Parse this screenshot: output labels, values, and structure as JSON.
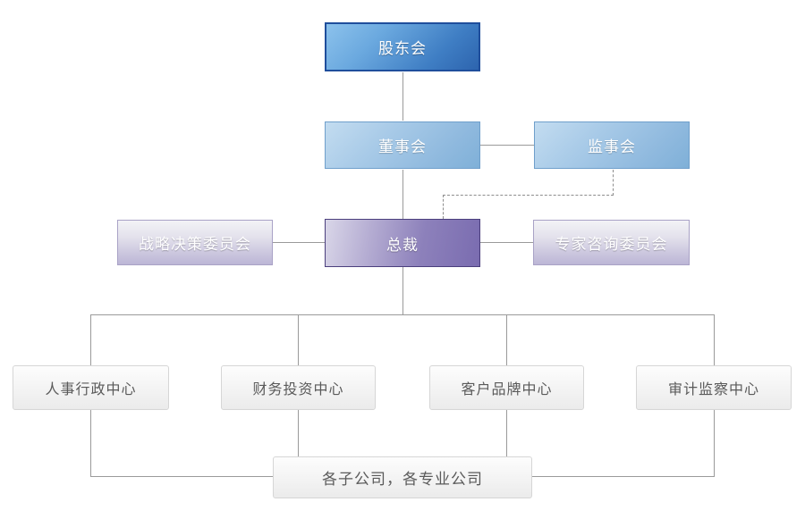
{
  "chart_data": {
    "type": "diagram",
    "diagram_type": "organization-chart",
    "title": "",
    "orientation": "top-down",
    "levels": [
      {
        "level": 1,
        "nodes": [
          "shareholders_meeting"
        ]
      },
      {
        "level": 2,
        "nodes": [
          "board_of_directors",
          "board_of_supervisors"
        ]
      },
      {
        "level": 3,
        "nodes": [
          "strategy_committee",
          "president",
          "expert_committee"
        ]
      },
      {
        "level": 4,
        "nodes": [
          "hr_admin_center",
          "finance_investment_center",
          "customer_brand_center",
          "audit_supervision_center"
        ]
      },
      {
        "level": 5,
        "nodes": [
          "subsidiaries"
        ]
      }
    ],
    "edges": [
      {
        "from": "shareholders_meeting",
        "to": "board_of_directors",
        "style": "solid"
      },
      {
        "from": "board_of_directors",
        "to": "board_of_supervisors",
        "style": "solid"
      },
      {
        "from": "board_of_directors",
        "to": "president",
        "style": "solid"
      },
      {
        "from": "board_of_supervisors",
        "to": "president",
        "style": "dashed"
      },
      {
        "from": "strategy_committee",
        "to": "president",
        "style": "solid"
      },
      {
        "from": "president",
        "to": "expert_committee",
        "style": "solid"
      },
      {
        "from": "president",
        "to": "hr_admin_center",
        "style": "solid"
      },
      {
        "from": "president",
        "to": "finance_investment_center",
        "style": "solid"
      },
      {
        "from": "president",
        "to": "customer_brand_center",
        "style": "solid"
      },
      {
        "from": "president",
        "to": "audit_supervision_center",
        "style": "solid"
      },
      {
        "from": "hr_admin_center",
        "to": "subsidiaries",
        "style": "solid"
      },
      {
        "from": "finance_investment_center",
        "to": "subsidiaries",
        "style": "solid"
      },
      {
        "from": "customer_brand_center",
        "to": "subsidiaries",
        "style": "solid"
      },
      {
        "from": "audit_supervision_center",
        "to": "subsidiaries",
        "style": "solid"
      }
    ]
  },
  "nodes": {
    "shareholders_meeting": {
      "label": "股东会"
    },
    "board_of_directors": {
      "label": "董事会"
    },
    "board_of_supervisors": {
      "label": "监事会"
    },
    "strategy_committee": {
      "label": "战略决策委员会"
    },
    "president": {
      "label": "总裁"
    },
    "expert_committee": {
      "label": "专家咨询委员会"
    },
    "hr_admin_center": {
      "label": "人事行政中心"
    },
    "finance_investment_center": {
      "label": "财务投资中心"
    },
    "customer_brand_center": {
      "label": "客户品牌中心"
    },
    "audit_supervision_center": {
      "label": "审计监察中心"
    },
    "subsidiaries": {
      "label": "各子公司，各专业公司"
    }
  },
  "colors": {
    "background": "#ffffff",
    "top_box_fill_start": "#8cc2ec",
    "top_box_fill_end": "#2d64ae",
    "top_box_border": "#1f4e9c",
    "blue_box_fill_start": "#c3dcf0",
    "blue_box_fill_end": "#7fb0d8",
    "blue_box_border": "#6f9fcb",
    "purple_box_fill_start": "#d9d6e8",
    "purple_box_fill_end": "#7a6cb0",
    "purple_box_border": "#4b3f7d",
    "lilac_box_fill_start": "#f3f3f6",
    "lilac_box_fill_end": "#bcb6d6",
    "lilac_box_border": "#a9a2c6",
    "grey_box_fill_start": "#fdfdfd",
    "grey_box_fill_end": "#ebebeb",
    "grey_box_border": "#d6d6d6",
    "grey_box_text": "#5a5a5a",
    "connector_line": "#9a9a9a",
    "dashed_line": "#8d8d8d",
    "box_text_light": "#ffffff"
  }
}
